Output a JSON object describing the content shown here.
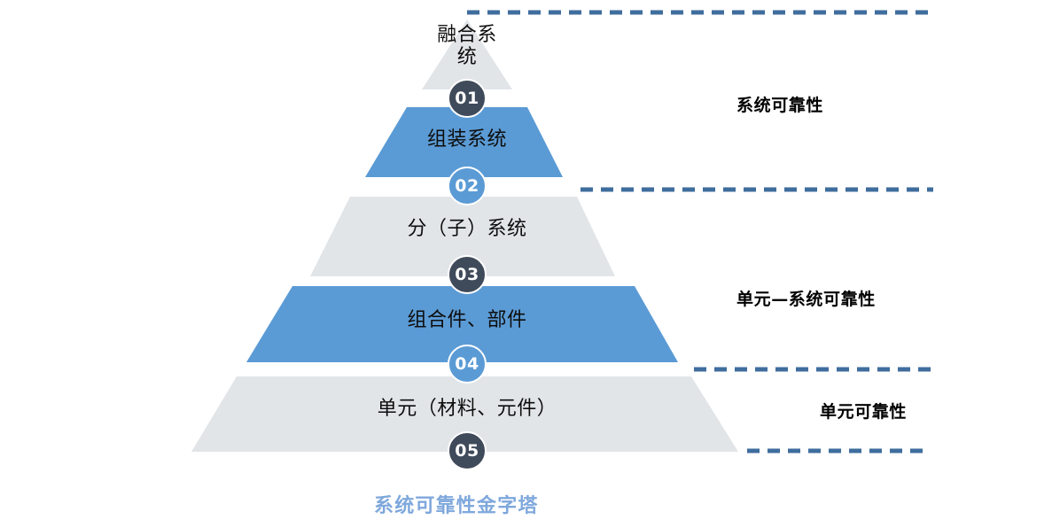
{
  "chart_data": {
    "type": "pyramid",
    "title": "系统可靠性金字塔",
    "title_color": "#7FA8DC",
    "levels": [
      {
        "index": 1,
        "badge": "01",
        "label": "融合系\n统",
        "shape": "triangle",
        "fill": "#E2E5E8",
        "badge_fill": "#3F4A5A"
      },
      {
        "index": 2,
        "badge": "02",
        "label": "组装系统",
        "shape": "trapezoid",
        "fill": "#5B9BD5",
        "badge_fill": "#5B9BD5"
      },
      {
        "index": 3,
        "badge": "03",
        "label": "分（子）系统",
        "shape": "trapezoid",
        "fill": "#E2E5E8",
        "badge_fill": "#3F4A5A"
      },
      {
        "index": 4,
        "badge": "04",
        "label": "组合件、部件",
        "shape": "trapezoid",
        "fill": "#5B9BD5",
        "badge_fill": "#5B9BD5"
      },
      {
        "index": 5,
        "badge": "05",
        "label": "单元（材料、元件）",
        "shape": "trapezoid",
        "fill": "#E2E5E8",
        "badge_fill": "#3F4A5A"
      }
    ],
    "annotations": [
      {
        "label": "系统可靠性"
      },
      {
        "label": "单元—系统可靠性"
      },
      {
        "label": "单元可靠性"
      }
    ],
    "leader_lines": {
      "color": "#3F6D9E",
      "style": "dashed",
      "count": 4
    }
  }
}
